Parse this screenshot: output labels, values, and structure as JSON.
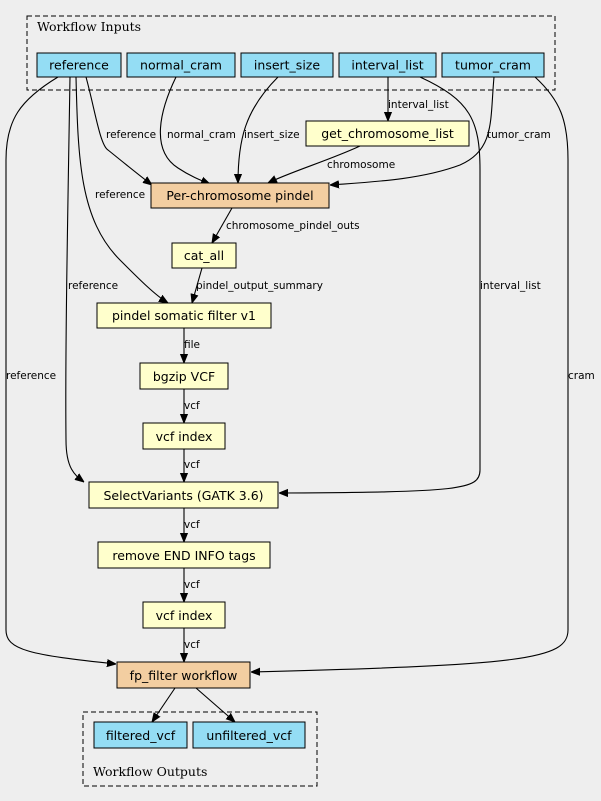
{
  "clusters": {
    "inputs_title": "Workflow Inputs",
    "outputs_title": "Workflow Outputs"
  },
  "colors": {
    "input_node": "#94ddf4",
    "step_node": "#ffffcc",
    "subworkflow_node": "#f3cea1",
    "background": "#eeeeee"
  },
  "nodes": {
    "reference": "reference",
    "normal_cram": "normal_cram",
    "insert_size": "insert_size",
    "interval_list": "interval_list",
    "tumor_cram": "tumor_cram",
    "get_chromosome_list": "get_chromosome_list",
    "per_chromosome_pindel": "Per-chromosome pindel",
    "cat_all": "cat_all",
    "pindel_somatic_filter": "pindel somatic filter v1",
    "bgzip_vcf": "bgzip VCF",
    "vcf_index_1": "vcf index",
    "select_variants": "SelectVariants (GATK 3.6)",
    "remove_end_info_tags": "remove END INFO tags",
    "vcf_index_2": "vcf index",
    "fp_filter_workflow": "fp_filter workflow",
    "filtered_vcf": "filtered_vcf",
    "unfiltered_vcf": "unfiltered_vcf"
  },
  "edge_labels": {
    "reference_to_pindel": "reference",
    "normal_cram_to_pindel": "normal_cram",
    "insert_size_to_pindel": "insert_size",
    "interval_list_to_chromosome_list": "interval_list",
    "tumor_cram_to_pindel": "tumor_cram",
    "chromosome": "chromosome",
    "reference_to_pindel_left": "reference",
    "chromosome_pindel_outs": "chromosome_pindel_outs",
    "reference_to_somatic_filter": "reference",
    "pindel_output_summary": "pindel_output_summary",
    "interval_list_to_select": "interval_list",
    "reference_to_fp_filter": "reference",
    "cram_to_fp_filter": "cram",
    "file": "file",
    "vcf_1": "vcf",
    "vcf_2": "vcf",
    "vcf_3": "vcf",
    "vcf_4": "vcf",
    "vcf_5": "vcf"
  }
}
